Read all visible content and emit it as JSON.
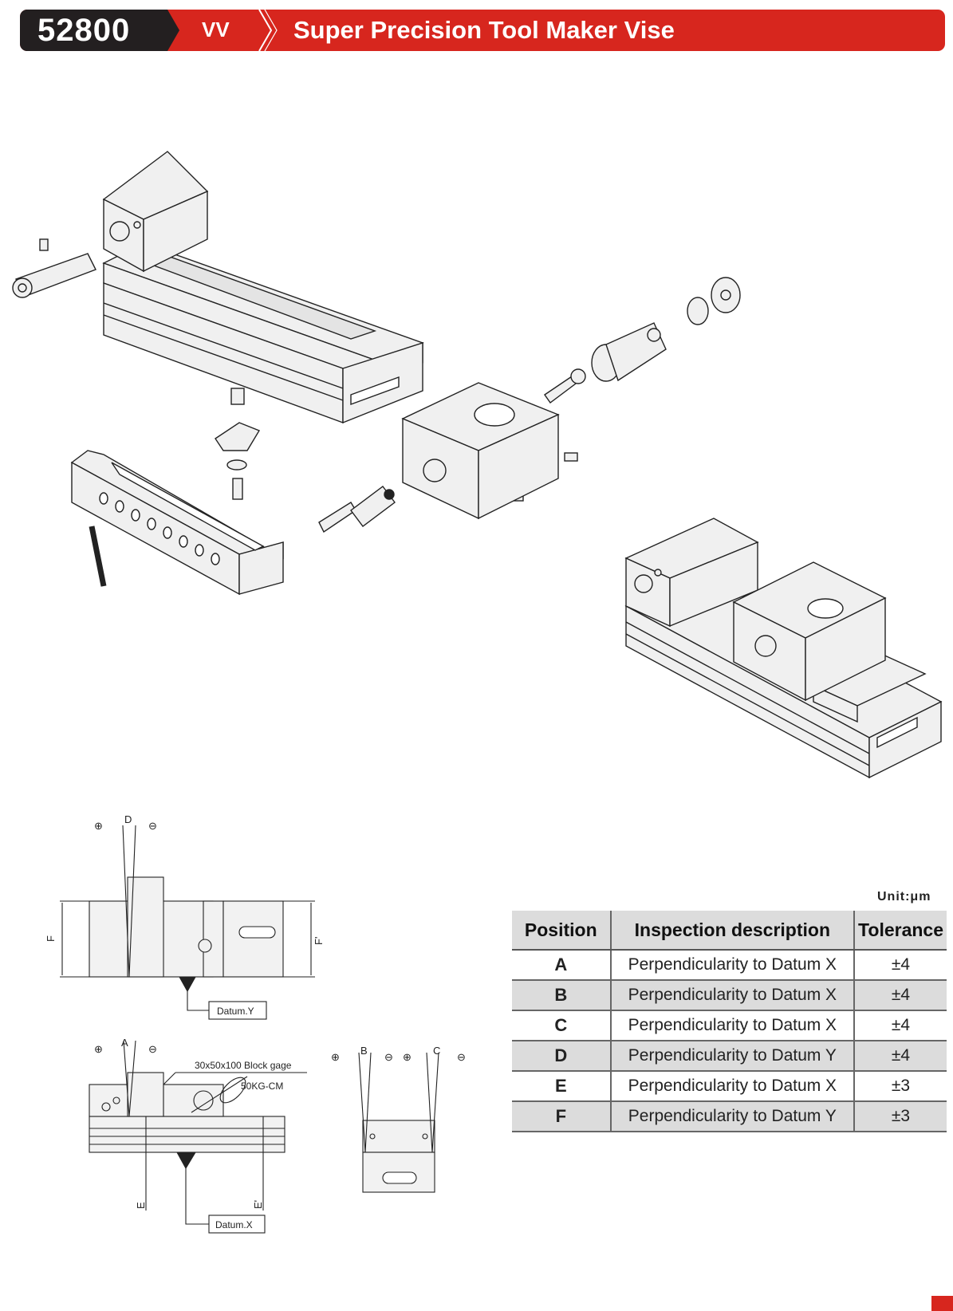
{
  "header": {
    "code": "52800",
    "series": "VV",
    "title": "Super Precision Tool Maker Vise",
    "colors": {
      "black": "#231f20",
      "red": "#d7261e"
    }
  },
  "diagrams": {
    "top": {
      "d": "D",
      "plus": "⊕",
      "minus": "⊖",
      "f": "F",
      "f_prime": "F'",
      "datum": "Datum.Y"
    },
    "bottom_left": {
      "a": "A",
      "plus": "⊕",
      "minus": "⊖",
      "block": "30x50x100 Block gage",
      "torque": "50KG-CM",
      "e": "E",
      "e_prime": "E'",
      "datum": "Datum.X"
    },
    "bottom_right": {
      "b": "B",
      "c": "C",
      "plus": "⊕",
      "minus": "⊖"
    }
  },
  "table": {
    "unit": "Unit:μm",
    "headers": [
      "Position",
      "Inspection description",
      "Tolerance"
    ],
    "rows": [
      {
        "pos": "A",
        "desc": "Perpendicularity to Datum X",
        "tol": "±4"
      },
      {
        "pos": "B",
        "desc": "Perpendicularity to Datum X",
        "tol": "±4"
      },
      {
        "pos": "C",
        "desc": "Perpendicularity to Datum X",
        "tol": "±4"
      },
      {
        "pos": "D",
        "desc": "Perpendicularity to Datum Y",
        "tol": "±4"
      },
      {
        "pos": "E",
        "desc": "Perpendicularity to Datum X",
        "tol": "±3"
      },
      {
        "pos": "F",
        "desc": "Perpendicularity to Datum Y",
        "tol": "±3"
      }
    ]
  }
}
